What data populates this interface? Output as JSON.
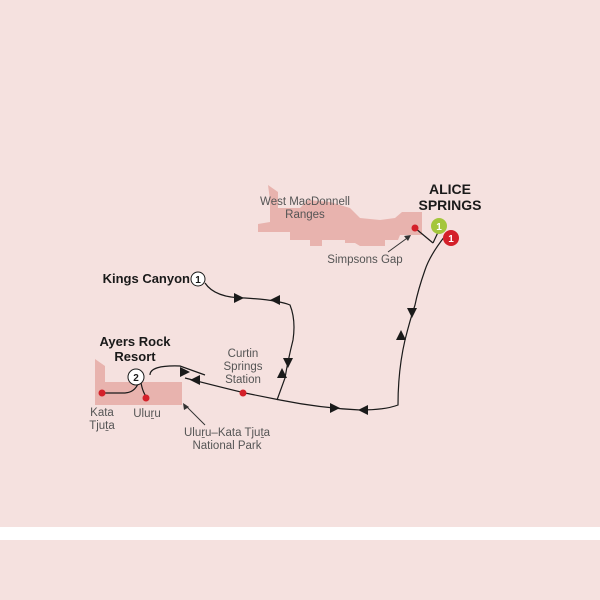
{
  "map": {
    "colors": {
      "background": "#f5e1df",
      "region": "#e8b3ae",
      "route": "#1a1a1a",
      "stop_dot": "#d4202a",
      "start_badge": "#a4c63c",
      "end_badge": "#d4202a",
      "band": "#ffffff"
    },
    "places": {
      "alice_springs": "ALICE\nSPRINGS",
      "alice_springs_line1": "ALICE",
      "alice_springs_line2": "SPRINGS",
      "west_macdonnell_line1": "West MacDonnell",
      "west_macdonnell_line2": "Ranges",
      "simpsons_gap": "Simpsons Gap",
      "kings_canyon": "Kings Canyon",
      "ayers_rock_line1": "Ayers Rock",
      "ayers_rock_line2": "Resort",
      "curtin_line1": "Curtin",
      "curtin_line2": "Springs",
      "curtin_line3": "Station",
      "kata_tjuta_line1": "Kata",
      "kata_tjuta_line2": "Tjuṯa",
      "uluru": "Uluṟu",
      "national_park_line1": "Uluṟu–Kata Tjuṯa",
      "national_park_line2": "National Park"
    },
    "badges": {
      "start": "1",
      "end": "1",
      "kings_canyon_nights": "1",
      "ayers_rock_nights": "2"
    }
  }
}
